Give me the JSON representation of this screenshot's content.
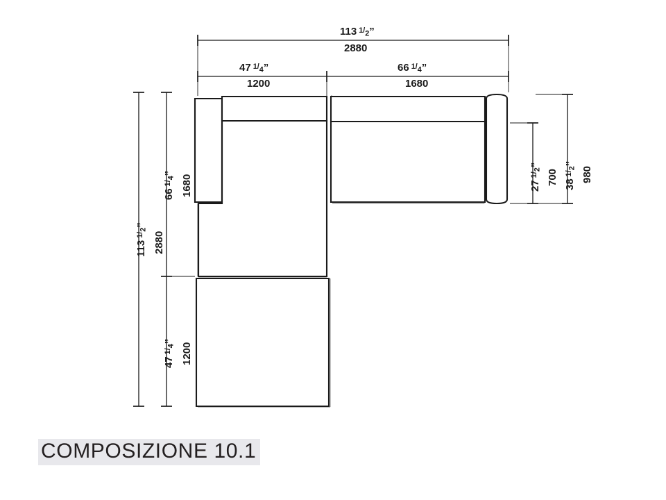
{
  "page": {
    "title": "COMPOSIZIONE 10.1",
    "background_color": "#ffffff",
    "line_color": "#1a1a1a",
    "title_highlight_color": "#e8e8ec"
  },
  "drawing": {
    "type": "technical-plan-view",
    "subject": "L-shaped modular sofa composition, plan (top) view",
    "modules": [
      {
        "name": "left-arm-chaise-module",
        "label": "1200 wide x 1680 deep"
      },
      {
        "name": "right-sofa-module",
        "label": "1680 wide x 980 deep"
      },
      {
        "name": "bottom-chaise-module",
        "label": "1200 wide x 1200 deep"
      }
    ]
  },
  "dimensions": {
    "top_overall": {
      "imperial_whole": "113",
      "imperial_frac_num": "1",
      "imperial_frac_den": "2",
      "imperial_unit": "”",
      "metric": "2880",
      "name": "top-overall-width"
    },
    "top_left_segment": {
      "imperial_whole": "47",
      "imperial_frac_num": "1",
      "imperial_frac_den": "4",
      "imperial_unit": "”",
      "metric": "1200",
      "name": "top-left-segment-width"
    },
    "top_right_segment": {
      "imperial_whole": "66",
      "imperial_frac_num": "1",
      "imperial_frac_den": "4",
      "imperial_unit": "”",
      "metric": "1680",
      "name": "top-right-segment-width"
    },
    "left_overall": {
      "imperial_whole": "113",
      "imperial_frac_num": "1",
      "imperial_frac_den": "2",
      "imperial_unit": "”",
      "metric": "2880",
      "name": "left-overall-depth"
    },
    "left_upper_segment": {
      "imperial_whole": "66",
      "imperial_frac_num": "1",
      "imperial_frac_den": "4",
      "imperial_unit": "”",
      "metric": "1680",
      "name": "left-upper-segment-depth"
    },
    "left_lower_segment": {
      "imperial_whole": "47",
      "imperial_frac_num": "1",
      "imperial_frac_den": "4",
      "imperial_unit": "”",
      "metric": "1200",
      "name": "left-lower-segment-depth"
    },
    "right_inner": {
      "imperial_whole": "27",
      "imperial_frac_num": "1",
      "imperial_frac_den": "2",
      "imperial_unit": "”",
      "metric": "700",
      "name": "right-inner-seat-depth"
    },
    "right_outer": {
      "imperial_whole": "38",
      "imperial_frac_num": "1",
      "imperial_frac_den": "2",
      "imperial_unit": "”",
      "metric": "980",
      "name": "right-overall-depth"
    }
  }
}
